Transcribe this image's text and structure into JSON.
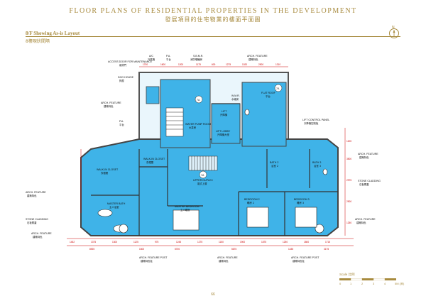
{
  "header": {
    "title_en": "FLOOR PLANS OF RESIDENTIAL PROPERTIES IN THE DEVELOPMENT",
    "title_zh": "發展項目的住宅物業的樓面平面圖"
  },
  "section": {
    "title_en": "8/F Showing As-is Layout",
    "title_zh": "8樓現狀間隔"
  },
  "north_label": "N",
  "rooms": {
    "walk_in_closet": {
      "en": "WALK-IN CLOSET",
      "zh": "衣帽間"
    },
    "walkin_closet_2": {
      "en": "WALK-IN CLOSET",
      "zh": "衣帽間"
    },
    "master_bath": {
      "en": "MASTER BATH",
      "zh": "主人浴室"
    },
    "master_bedroom": {
      "en": "MASTER BEDROOM",
      "zh": "主人睡房"
    },
    "upper_duplex": {
      "en": "UPPER DUPLEX",
      "zh": "複式上層"
    },
    "bedroom_2": {
      "en": "BEDROOM 2",
      "zh": "睡房 2"
    },
    "bedroom_3": {
      "en": "BEDROOM 3",
      "zh": "睡房 3"
    },
    "bath_2": {
      "en": "BATH 2",
      "zh": "浴室 2"
    },
    "bath_3": {
      "en": "BATH 3",
      "zh": "浴室 3"
    },
    "water_pump_room": {
      "en": "WATER PUMP ROOM",
      "zh": "水泵房"
    },
    "lift": {
      "en": "LIFT",
      "zh": "升降機"
    },
    "lift_lobby": {
      "en": "LIFT LOBBY",
      "zh": "升降機大堂"
    },
    "flat_roof": {
      "en": "FLAT ROOF",
      "zh": "平台"
    },
    "wmr": {
      "en": "W.M.R.",
      "zh": "水錶房"
    },
    "dog_house": {
      "en": "DOG HOUSE",
      "zh": "狗屋"
    }
  },
  "annotations": {
    "arch_feature": {
      "en": "ARCH. FEATURE",
      "zh": "建築特色"
    },
    "arch_feature_post": {
      "en": "ARCH. FEATURE POST",
      "zh": "建築特色柱"
    },
    "stone_cladding": {
      "en": "STONE CLADDING",
      "zh": "石板覆蓋"
    },
    "lift_control_panel": {
      "en": "LIFT CONTROL PANEL",
      "zh": "升降機控制板"
    },
    "ac": {
      "en": "A/C",
      "zh": "冷氣機"
    },
    "pa": {
      "en": "P.A.",
      "zh": "平台"
    },
    "sbmr": {
      "en": "S.B.M.R.",
      "zh": "消防喉轆房"
    },
    "access_door": {
      "en": "ACCESS DOOR FOR MAINTENANCE",
      "zh": "維修門"
    },
    "tag_7a": "7A"
  },
  "dimensions": {
    "top": [
      "1700",
      "1600",
      "1200",
      "1175",
      "600",
      "1275",
      "1020",
      "2900",
      "1310"
    ],
    "bottom_row1": [
      "1452",
      "1375",
      "1300",
      "1125",
      "975",
      "1245",
      "1275",
      "1150",
      "1900",
      "1875",
      "1250",
      "1800",
      "1715"
    ],
    "bottom_row2": [
      "8925",
      "1500",
      "5700",
      "5675",
      "1435",
      "3175"
    ],
    "right": [
      "1200",
      "3500",
      "2975",
      "2900",
      "1250"
    ]
  },
  "scale": {
    "title": "Scale 比例",
    "ticks": [
      "0",
      "1",
      "2",
      "3",
      "4",
      "5M (米)"
    ]
  },
  "page_number": "66",
  "colors": {
    "gold": "#a88b3f",
    "room_fill": "#3fb3e8",
    "wall": "#555555",
    "dimension": "#cc0000"
  }
}
